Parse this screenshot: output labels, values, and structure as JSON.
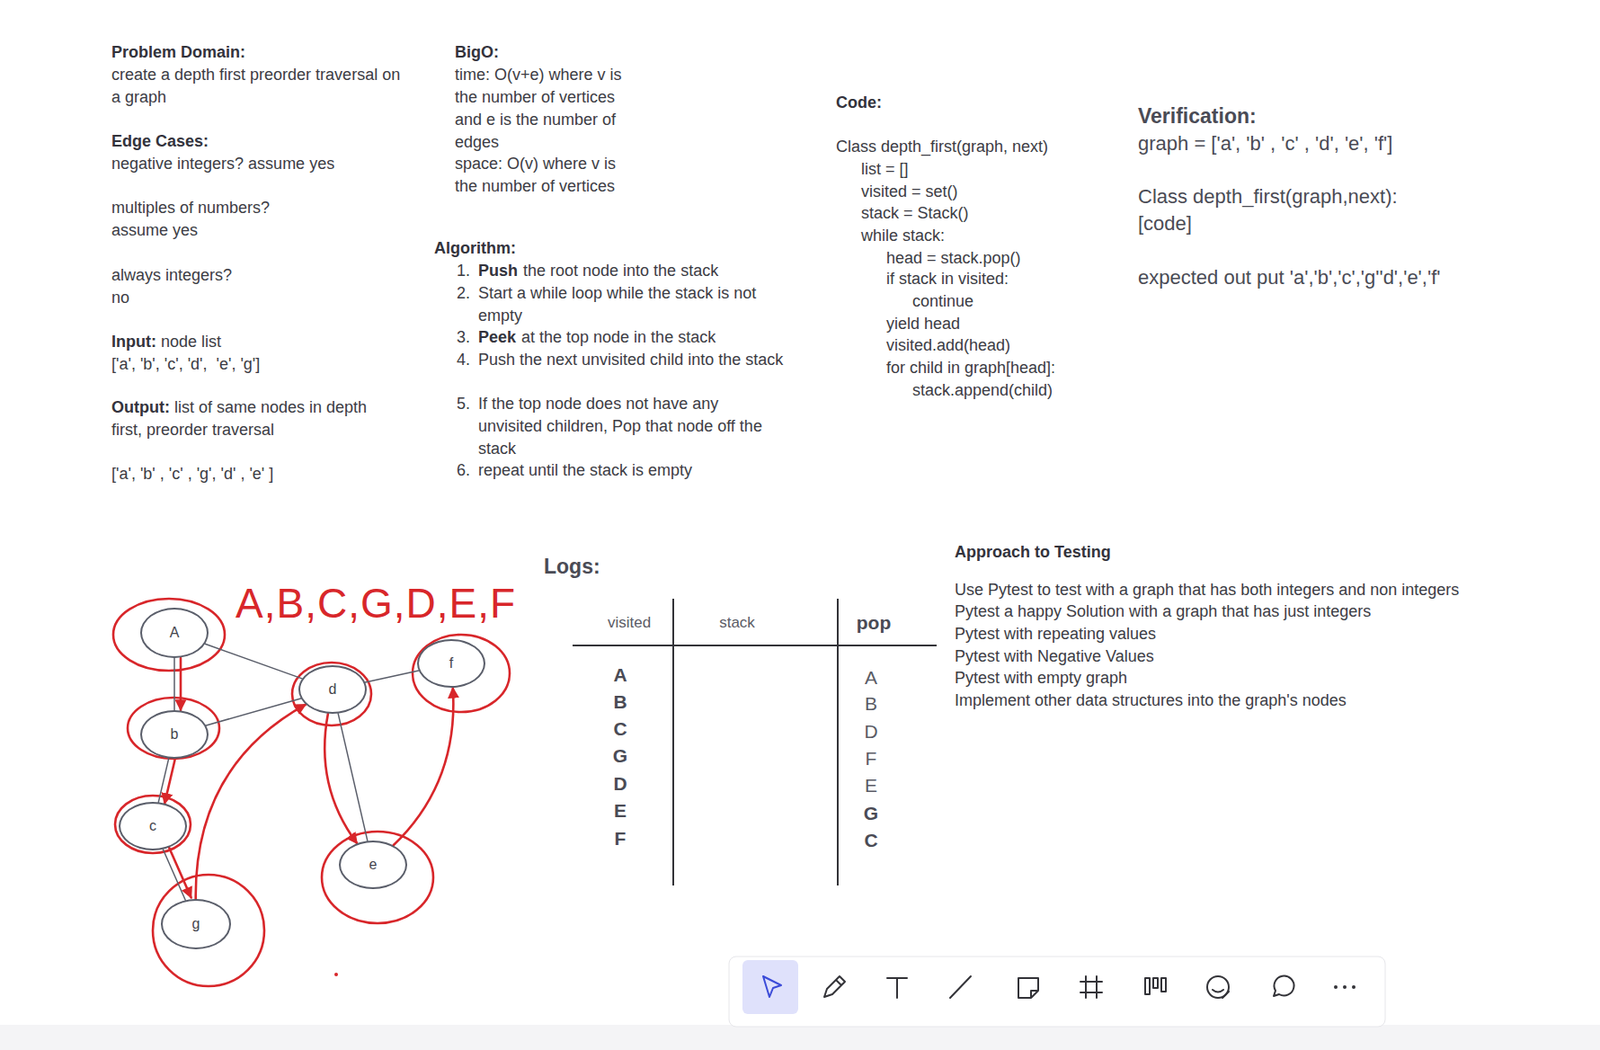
{
  "diagram": {
    "nodes": [
      {
        "text": [
          "A"
        ]
      },
      {
        "text": [
          "d"
        ]
      },
      {
        "text": [
          "f"
        ]
      },
      {
        "text": [
          "b"
        ]
      },
      {
        "text": [
          "c"
        ]
      },
      {
        "text": [
          "e"
        ]
      },
      {
        "text": [
          "g"
        ]
      }
    ],
    "edges": [
      {
        "from": 0,
        "to": 1,
        "arrow": "none"
      },
      {
        "from": 0,
        "to": 3,
        "arrow": "none"
      },
      {
        "from": 3,
        "to": 1,
        "arrow": "none"
      },
      {
        "from": 3,
        "to": 4,
        "arrow": "none"
      },
      {
        "from": 4,
        "to": 6,
        "arrow": "none"
      },
      {
        "from": 1,
        "to": 2,
        "arrow": "none"
      },
      {
        "from": 1,
        "to": 5,
        "arrow": "none"
      },
      {
        "from": 0,
        "to": 3,
        "arrow": "to"
      },
      {
        "from": 3,
        "to": 4,
        "arrow": "to"
      },
      {
        "from": 4,
        "to": 6,
        "arrow": "to"
      },
      {
        "from": 6,
        "to": 1,
        "arrow": "to"
      },
      {
        "from": 1,
        "to": 5,
        "arrow": "to"
      },
      {
        "from": 5,
        "to": 2,
        "arrow": "to"
      }
    ],
    "labels": [
      "Problem Domain:",
      "create a depth first preorder traversal on a graph",
      "Edge Cases:",
      "negative integers? assume yes",
      "multiples of numbers? assume yes",
      "always integers? no",
      "Input:",
      "node list",
      "['a', 'b', 'c', 'd',  'e', 'g']",
      "Output:",
      "list of same nodes in depth first, preorder traversal",
      "['a', 'b' , 'c' , 'g', 'd' , 'e' ]",
      "BigO:",
      "time: O(v+e) where v is the number of vertices and e is the number of edges",
      "space: O(v) where v is the number of vertices",
      "Algorithm:",
      "1.",
      "Push",
      "the root node into the stack",
      "2.",
      "Start a while loop while the stack is not empty",
      "3.",
      "Peek",
      "at the top node in the stack",
      "4.",
      "Push the next unvisited child into the stack",
      "5.",
      "If the top node does not have any unvisited children, Pop that node off the stack",
      "6.",
      "repeat until the stack is empty",
      "Code:",
      "Class depth_first(graph, next)",
      "list = []",
      "visited = set()",
      "stack = Stack()",
      "while stack:",
      "head = stack.pop()",
      "if stack in visited:",
      "continue",
      "yield head",
      "visited.add(head)",
      "for child in graph[head]:",
      "stack.append(child)",
      "Verification:",
      "graph = ['a', 'b' , 'c' , 'd', 'e', 'f']",
      "Class depth_first(graph,next):",
      "[code]",
      "expected out put 'a','b','c','g''d','e','f'",
      "A,B,C,G,D,E,F",
      "Logs:",
      "visited",
      "stack",
      "pop",
      "A",
      "B",
      "C",
      "G",
      "D",
      "E",
      "F",
      "A",
      "B",
      "D",
      "F",
      "E",
      "G",
      "C",
      "Approach to Testing",
      "Use Pytest to test with a graph that has both integers and non integers",
      "Pytest a happy Solution with a graph that has just integers",
      "Pytest with repeating values",
      "Pytest with Negative Values",
      "Pytest with empty graph",
      "Implement other data structures into the graph's nodes"
    ]
  }
}
